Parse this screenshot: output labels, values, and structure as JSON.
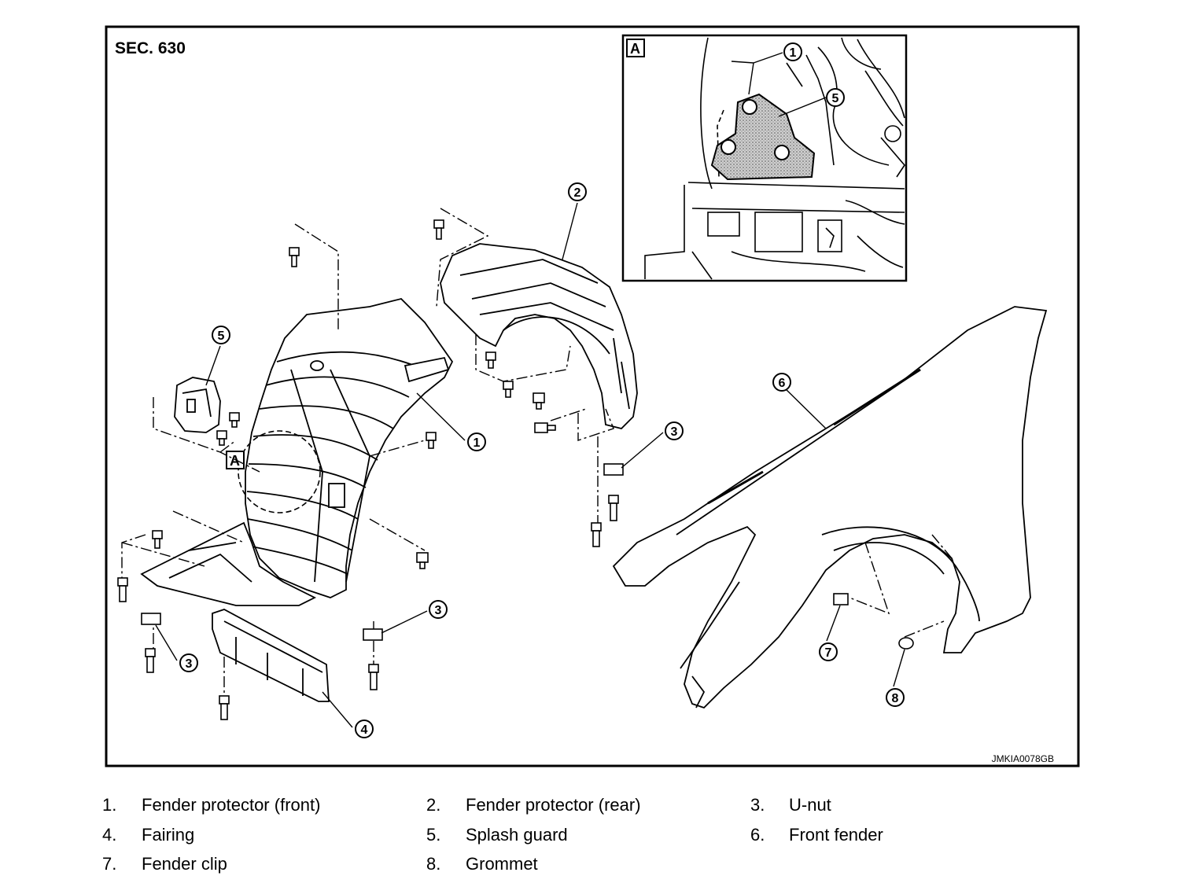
{
  "figure": {
    "section": "SEC. 630",
    "code": "JMKIA0078GB",
    "inset_label": "A",
    "view_marker": "A"
  },
  "callouts": [
    "1",
    "2",
    "3",
    "3",
    "3",
    "4",
    "5",
    "6",
    "7",
    "8"
  ],
  "inset_callouts": [
    "1",
    "5"
  ],
  "legend": [
    {
      "num": "1.",
      "text": "Fender protector (front)"
    },
    {
      "num": "2.",
      "text": "Fender protector (rear)"
    },
    {
      "num": "3.",
      "text": "U-nut"
    },
    {
      "num": "4.",
      "text": "Fairing"
    },
    {
      "num": "5.",
      "text": "Splash guard"
    },
    {
      "num": "6.",
      "text": "Front fender"
    },
    {
      "num": "7.",
      "text": "Fender clip"
    },
    {
      "num": "8.",
      "text": "Grommet"
    }
  ]
}
